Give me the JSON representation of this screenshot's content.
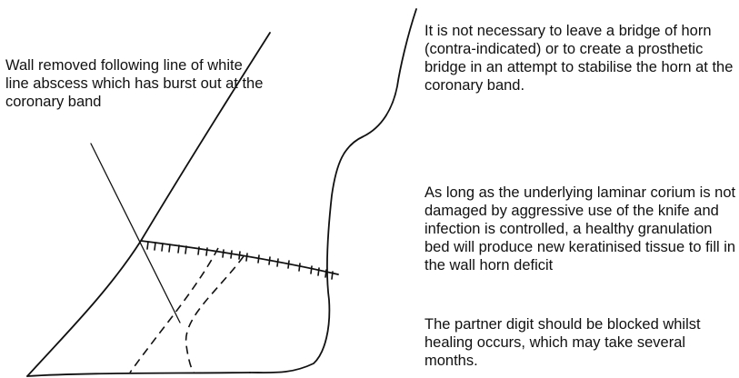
{
  "callout": {
    "text": "Wall removed following line of white line abscess which has burst out at the coronary band"
  },
  "notes": [
    "It is not necessary to leave a bridge of horn (contra-indicated) or to create a prosthetic bridge in an attempt to stabilise the horn at the coronary band.",
    "As long as the underlying laminar corium is not damaged by aggressive use of the knife and infection is controlled, a healthy granulation bed will produce new keratinised tissue to fill in the wall horn deficit",
    "The partner digit should be blocked whilst healing occurs, which may take several months."
  ]
}
